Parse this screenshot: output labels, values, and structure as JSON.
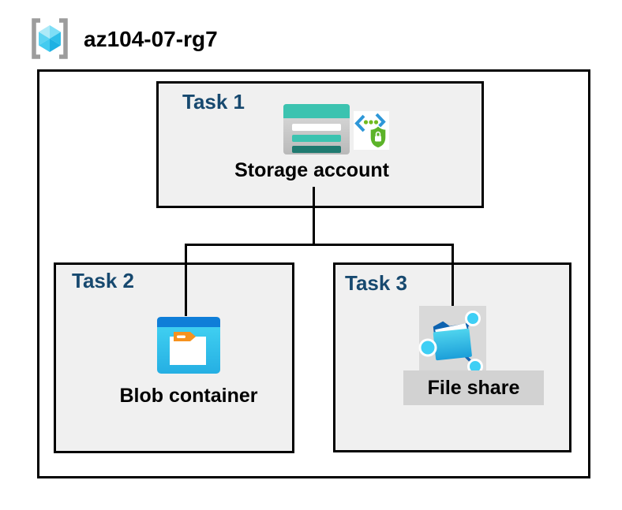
{
  "header": {
    "icon": "resource-group-icon",
    "title": "az104-07-rg7"
  },
  "colors": {
    "task_label_navy": "#17496F",
    "box_background": "#F0F0F0",
    "border_black": "#000000",
    "storage_teal": "#3CC3B0",
    "storage_teal_dark": "#1F7A70",
    "blob_header_blue": "#0F7ED8",
    "blob_body_cyan": "#35C6EC",
    "folder_tab_orange": "#F6921E",
    "badge_bracket_blue": "#2E97D8",
    "badge_dot_green": "#71BA1F",
    "badge_shield_green": "#5CB329",
    "file_share_node_cyan": "#3ECFF5",
    "file_share_dark_blue": "#1464B4",
    "gray_icon_bg": "#D9D9D9",
    "gray_label_bg": "#D2D2D2"
  },
  "diagram": {
    "tasks": [
      {
        "label": "Task 1",
        "entity": "Storage account",
        "icons": [
          "storage-account-icon",
          "secure-access-badge-icon"
        ]
      },
      {
        "label": "Task 2",
        "entity": "Blob container",
        "icons": [
          "blob-container-icon"
        ]
      },
      {
        "label": "Task 3",
        "entity": "File share",
        "icons": [
          "file-share-icon"
        ]
      }
    ],
    "connections": [
      {
        "from": "Storage account",
        "to": "Blob container"
      },
      {
        "from": "Storage account",
        "to": "File share"
      }
    ]
  }
}
